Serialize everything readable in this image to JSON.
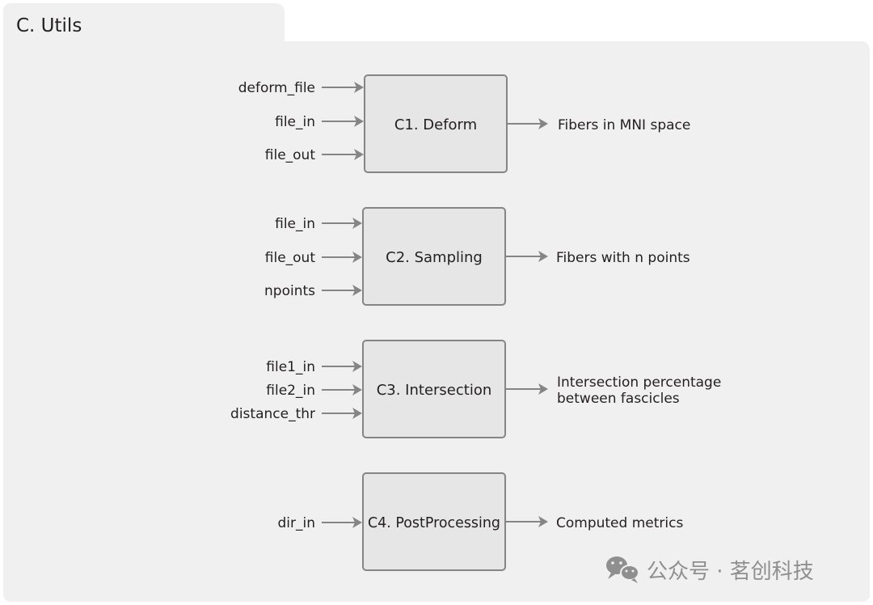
{
  "panel": {
    "title": "C. Utils"
  },
  "blocks": [
    {
      "title": "C1. Deform",
      "inputs": [
        "deform_file",
        "file_in",
        "file_out"
      ],
      "output": [
        "Fibers in MNI space"
      ]
    },
    {
      "title": "C2. Sampling",
      "inputs": [
        "file_in",
        "file_out",
        "npoints"
      ],
      "output": [
        "Fibers with n points"
      ]
    },
    {
      "title": "C3. Intersection",
      "inputs": [
        "file1_in",
        "file2_in",
        "distance_thr"
      ],
      "output": [
        "Intersection percentage",
        "between fascicles"
      ]
    },
    {
      "title": "C4. PostProcessing",
      "inputs": [
        "dir_in"
      ],
      "output": [
        "Computed metrics"
      ]
    }
  ],
  "watermark": {
    "text": "公众号 · 茗创科技",
    "icon": "wechat-icon"
  },
  "colors": {
    "panel_bg": "#f0f0f0",
    "box_fill": "#e6e6e7",
    "box_stroke": "#858585",
    "arrow": "#858585",
    "text": "#231f20",
    "watermark": "#8f8f8f"
  }
}
